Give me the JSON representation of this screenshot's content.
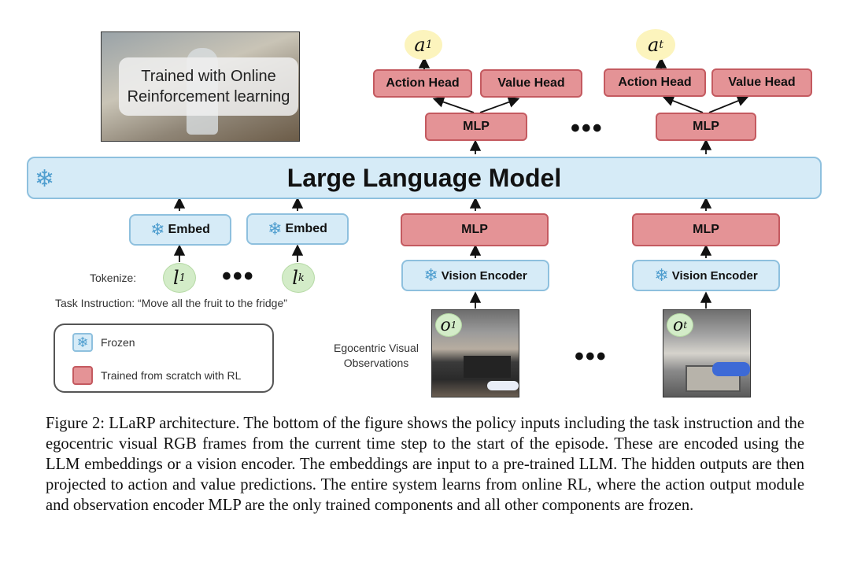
{
  "figure": {
    "rl_photo_text": "Trained with Online Reinforcement learning",
    "llm_label": "Large Language Model",
    "outputs": [
      {
        "base": "a",
        "sub": "1"
      },
      {
        "base": "a",
        "sub": "t"
      }
    ],
    "heads": {
      "action": "Action Head",
      "value": "Value Head"
    },
    "mlp_label": "MLP",
    "embed_label": "Embed",
    "vision_encoder_label": "Vision Encoder",
    "tokens": [
      {
        "base": "l",
        "sub": "1"
      },
      {
        "base": "l",
        "sub": "k"
      }
    ],
    "observations": [
      {
        "base": "o",
        "sub": "1"
      },
      {
        "base": "o",
        "sub": "t"
      }
    ],
    "tokenize_label": "Tokenize:",
    "task_instruction_label": "Task Instruction:",
    "task_instruction_text": "“Move all the fruit to the fridge”",
    "observations_label": "Egocentric Visual Observations",
    "ellipsis": "•••",
    "legend": {
      "frozen": "Frozen",
      "trained": "Trained from scratch with RL",
      "colors": {
        "frozen": "#d6ebf7",
        "trained": "#e49396"
      }
    }
  },
  "caption": "Figure 2: LLaRP architecture. The bottom of the figure shows the policy inputs including the task instruction and the egocentric visual RGB frames from the current time step to the start of the episode. These are encoded using the LLM embeddings or a vision encoder. The embeddings are input to a pre-trained LLM. The hidden outputs are then projected to action and value predictions. The entire system learns from online RL, where the action output module and observation encoder MLP are the only trained components and all other components are frozen.",
  "icons": {
    "snowflake": "snowflake-icon"
  }
}
